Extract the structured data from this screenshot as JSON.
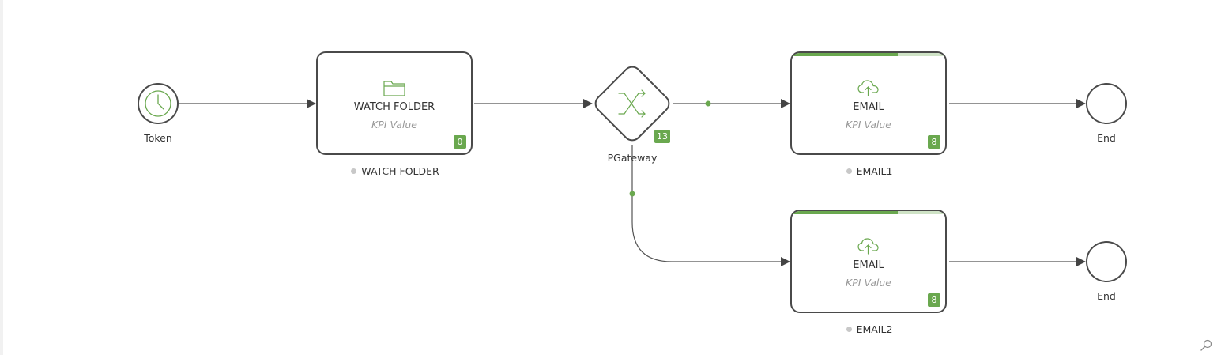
{
  "events": {
    "start": {
      "label": "Token",
      "icon": "clock-icon"
    },
    "end1": {
      "label": "End"
    },
    "end2": {
      "label": "End"
    }
  },
  "gateway": {
    "label": "PGateway",
    "badge": "13",
    "icon": "shuffle-icon"
  },
  "tasks": {
    "watch_folder": {
      "title": "WATCH FOLDER",
      "kpi": "KPI Value",
      "badge": "0",
      "caption": "WATCH FOLDER",
      "icon": "folder-icon",
      "progress": null
    },
    "email1": {
      "title": "EMAIL",
      "kpi": "KPI Value",
      "badge": "8",
      "caption": "EMAIL1",
      "icon": "cloud-upload-icon",
      "progress": 0.69
    },
    "email2": {
      "title": "EMAIL",
      "kpi": "KPI Value",
      "badge": "8",
      "caption": "EMAIL2",
      "icon": "cloud-upload-icon",
      "progress": 0.69
    }
  },
  "colors": {
    "accent": "#6aa84f",
    "accent_light": "#cfe3c6",
    "stroke": "#4a4a4a",
    "connector": "#555555",
    "caption_dot": "#c8c8c8"
  },
  "toolbar": {
    "zoom_icon": "zoom-icon"
  }
}
